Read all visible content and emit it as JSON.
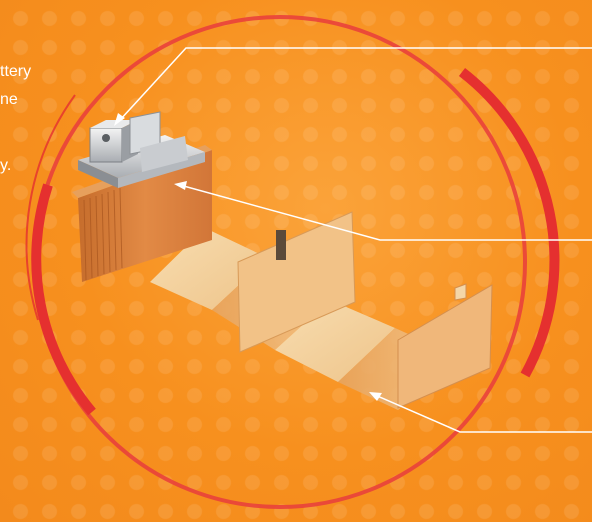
{
  "text_fragments": [
    "ttery",
    "ne",
    "y."
  ],
  "colors": {
    "background": "#f7901e",
    "ring": "#e9413b",
    "callout_line": "#ffffff"
  }
}
